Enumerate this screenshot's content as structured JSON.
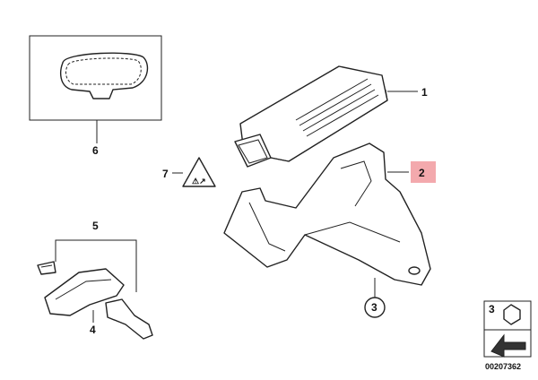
{
  "callouts": {
    "c1": "1",
    "c2": "2",
    "c3": "3",
    "c4": "4",
    "c5": "5",
    "c6": "6",
    "c7": "7"
  },
  "legend_box": {
    "number": "3"
  },
  "doc_number": "00207362",
  "warning_label_text": "⚠↗",
  "colors": {
    "highlight": "#f3a9ad",
    "stroke": "#222222"
  }
}
